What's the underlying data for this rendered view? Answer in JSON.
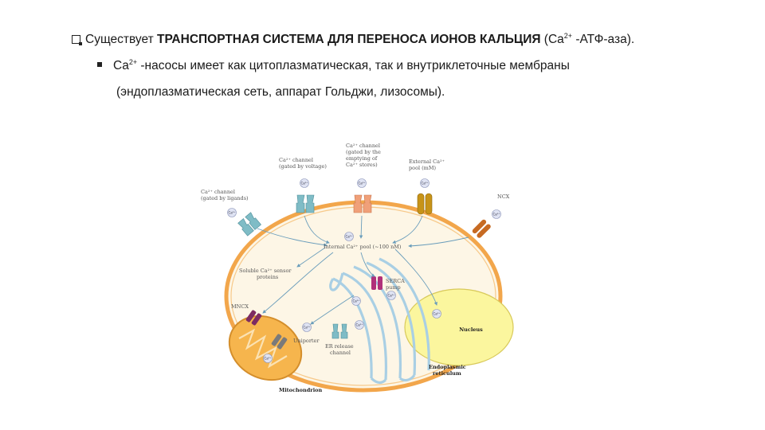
{
  "text": {
    "line1_pre": "Существует ",
    "line1_bold": "ТРАНСПОРТНАЯ СИСТЕМА ДЛЯ ПЕРЕНОСА ИОНОВ КАЛЬЦИЯ",
    "line1_paren_open": " (Ca",
    "line1_sup": "2+",
    "line1_post": " -АТФ-аза).",
    "line2_pre": "Ca",
    "line2_sup": "2+",
    "line2_post": " -насосы имеет как цитоплазматическая, так и внутриклеточные мембраны",
    "line3": "(эндоплазматическая сеть, аппарат Гольджи, лизосомы)."
  },
  "diagram": {
    "labels": {
      "ligand_channel": [
        "Ca²⁺ channel",
        "(gated by ligands)"
      ],
      "voltage_channel": [
        "Ca²⁺ channel",
        "(gated by voltage)"
      ],
      "store_channel": [
        "Ca²⁺ channel",
        "(gated by the",
        "emptying of",
        "Ca²⁺ stores)"
      ],
      "external_pool": [
        "External Ca²⁺",
        "pool (mM)"
      ],
      "ncx": "NCX",
      "internal_pool": "Internal Ca²⁺ pool (~100 nM)",
      "sensor_proteins": [
        "Soluble Ca²⁺ sensor",
        "proteins"
      ],
      "serca": [
        "SERCA",
        "pump"
      ],
      "mncx": "MNCX",
      "uniporter": "Uniporter",
      "er_release": [
        "ER release",
        "channel"
      ],
      "nucleus": "Nucleus",
      "er": [
        "Endoplasmic",
        "reticulum"
      ],
      "mitochondrion": "Mitochondrion",
      "ion": "Ca²⁺"
    },
    "colors": {
      "membrane": "#f2a64b",
      "cytoplasm": "#fdf6e6",
      "nucleus": "#fbf69e",
      "mitochondrion": "#f6b54d",
      "er": "#a9cfe4",
      "arrow": "#6a9dbb",
      "channel_teal": "#7fbcc6",
      "channel_salmon": "#f0a079",
      "channel_gold": "#c79318",
      "ncx_brown": "#c76a22",
      "serca_magenta": "#b0317a",
      "mncx_purple": "#7d2b62",
      "ion_fill": "#dfe3f3"
    }
  }
}
